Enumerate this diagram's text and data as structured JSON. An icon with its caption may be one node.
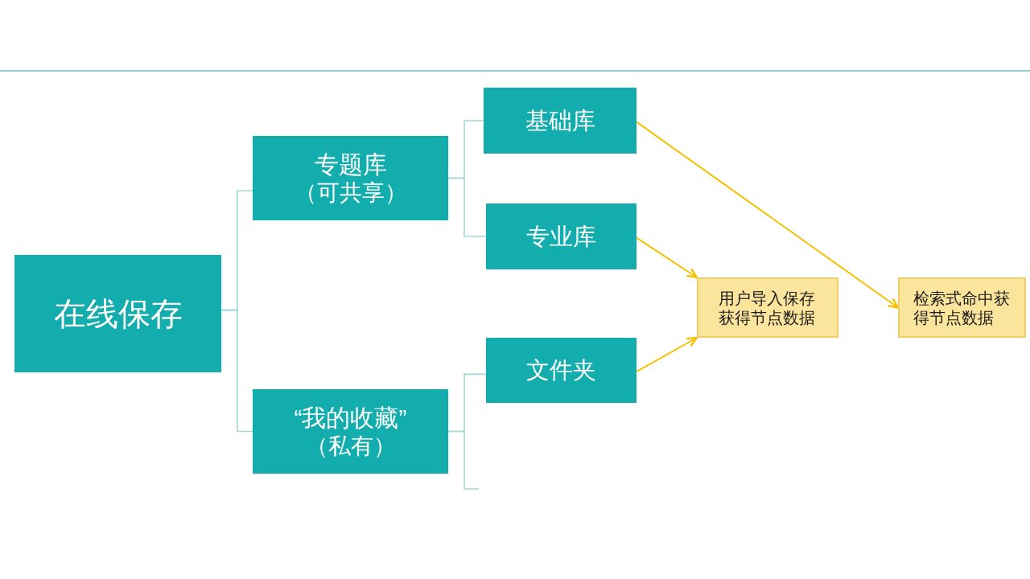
{
  "diagram": {
    "nodes": [
      {
        "text": [
          "在线保存"
        ]
      },
      {
        "text": [
          "专题库",
          "（可共享）"
        ]
      },
      {
        "text": [
          "基础库"
        ]
      },
      {
        "text": [
          "专业库"
        ]
      },
      {
        "text": [
          "“我的收藏”",
          "（私有）"
        ]
      },
      {
        "text": [
          "文件夹"
        ]
      },
      {
        "text": [
          "用户导入保存获得节点数据"
        ]
      },
      {
        "text": [
          "检索式命中获得节点数据"
        ]
      }
    ],
    "edges": [
      {
        "from": 0,
        "to": 1,
        "arrow": "none"
      },
      {
        "from": 0,
        "to": 4,
        "arrow": "none"
      },
      {
        "from": 1,
        "to": 2,
        "arrow": "none"
      },
      {
        "from": 1,
        "to": 3,
        "arrow": "none"
      },
      {
        "from": 4,
        "to": 5,
        "arrow": "none"
      },
      {
        "from": 4,
        "to": null,
        "arrow": "none"
      },
      {
        "from": 2,
        "to": 7,
        "arrow": "to",
        "color": "#f5c000"
      },
      {
        "from": 3,
        "to": 6,
        "arrow": "to",
        "color": "#f5c000"
      },
      {
        "from": 5,
        "to": 6,
        "arrow": "to",
        "color": "#f5c000"
      }
    ]
  }
}
